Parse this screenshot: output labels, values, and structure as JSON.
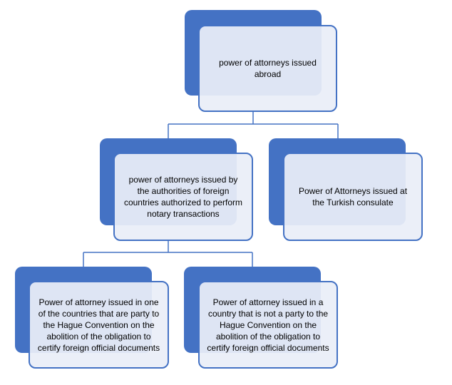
{
  "colors": {
    "accent": "#4472c4",
    "node_fill": "#e9eef7"
  },
  "nodes": {
    "root": {
      "text": "power of attorneys issued abroad"
    },
    "foreign_authorities": {
      "text": "power of attorneys issued by the authorities of foreign countries authorized to perform notary transactions"
    },
    "turkish_consulate": {
      "text": "Power of Attorneys issued at the Turkish consulate"
    },
    "hague_party": {
      "text": "Power of attorney issued in one of the countries that are party to the Hague Convention on the abolition of the obligation to certify foreign official documents"
    },
    "hague_non_party": {
      "text": "Power of attorney issued in a country that is not a party to the Hague Convention on the abolition of the obligation to certify foreign official documents"
    }
  }
}
